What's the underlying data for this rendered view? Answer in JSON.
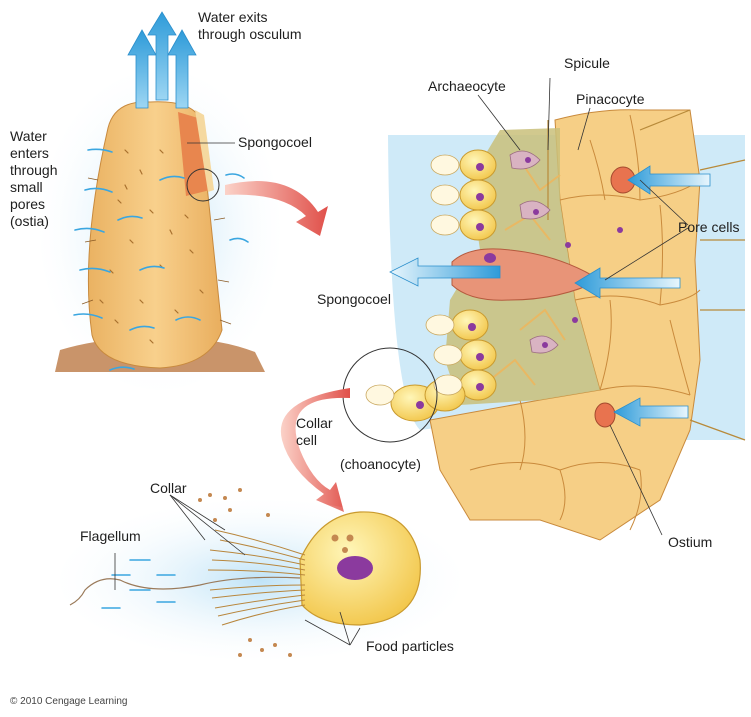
{
  "labels": {
    "water_exits": "Water exits\nthrough osculum",
    "water_enters": "Water\nenters\nthrough\nsmall\npores\n(ostia)",
    "spongocoel_top": "Spongocoel",
    "archaeocyte": "Archaeocyte",
    "spicule": "Spicule",
    "pinacocyte": "Pinacocyte",
    "pore_cells": "Pore cells",
    "spongocoel_mid": "Spongocoel",
    "collar_cell": "Collar\ncell",
    "choanocyte": "(choanocyte)",
    "collar": "Collar",
    "flagellum": "Flagellum",
    "food_particles": "Food particles",
    "ostium": "Ostium"
  },
  "copyright": "© 2010 Cengage Learning",
  "colors": {
    "water_arrow": "#4fb3e8",
    "sponge_body": "#f3c57a",
    "wall_cells": "#f6cf86",
    "pore_cell": "#e8734f",
    "nucleus": "#8b3a9e",
    "curved_arrow": "#e0504a",
    "water_background": "#bfe3f7"
  }
}
